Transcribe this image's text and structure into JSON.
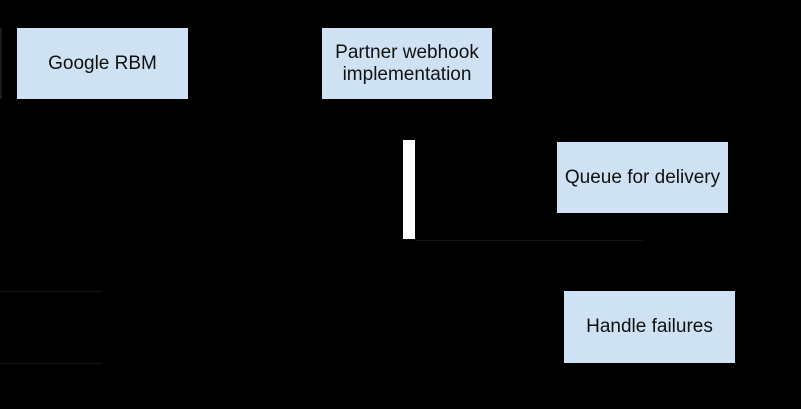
{
  "diagram": {
    "type": "sequence-diagram-fragment",
    "colors": {
      "background": "#000000",
      "node_fill": "#cfe2f3",
      "node_text": "#111111",
      "activation_bar": "#ffffff",
      "faint_line": "#161616"
    },
    "nodes": [
      {
        "id": "google-rbm",
        "label": "Google RBM"
      },
      {
        "id": "partner-webhook",
        "label": "Partner webhook implementation"
      },
      {
        "id": "queue-for-delivery",
        "label": "Queue for delivery"
      },
      {
        "id": "handle-failures",
        "label": "Handle failures"
      }
    ]
  }
}
